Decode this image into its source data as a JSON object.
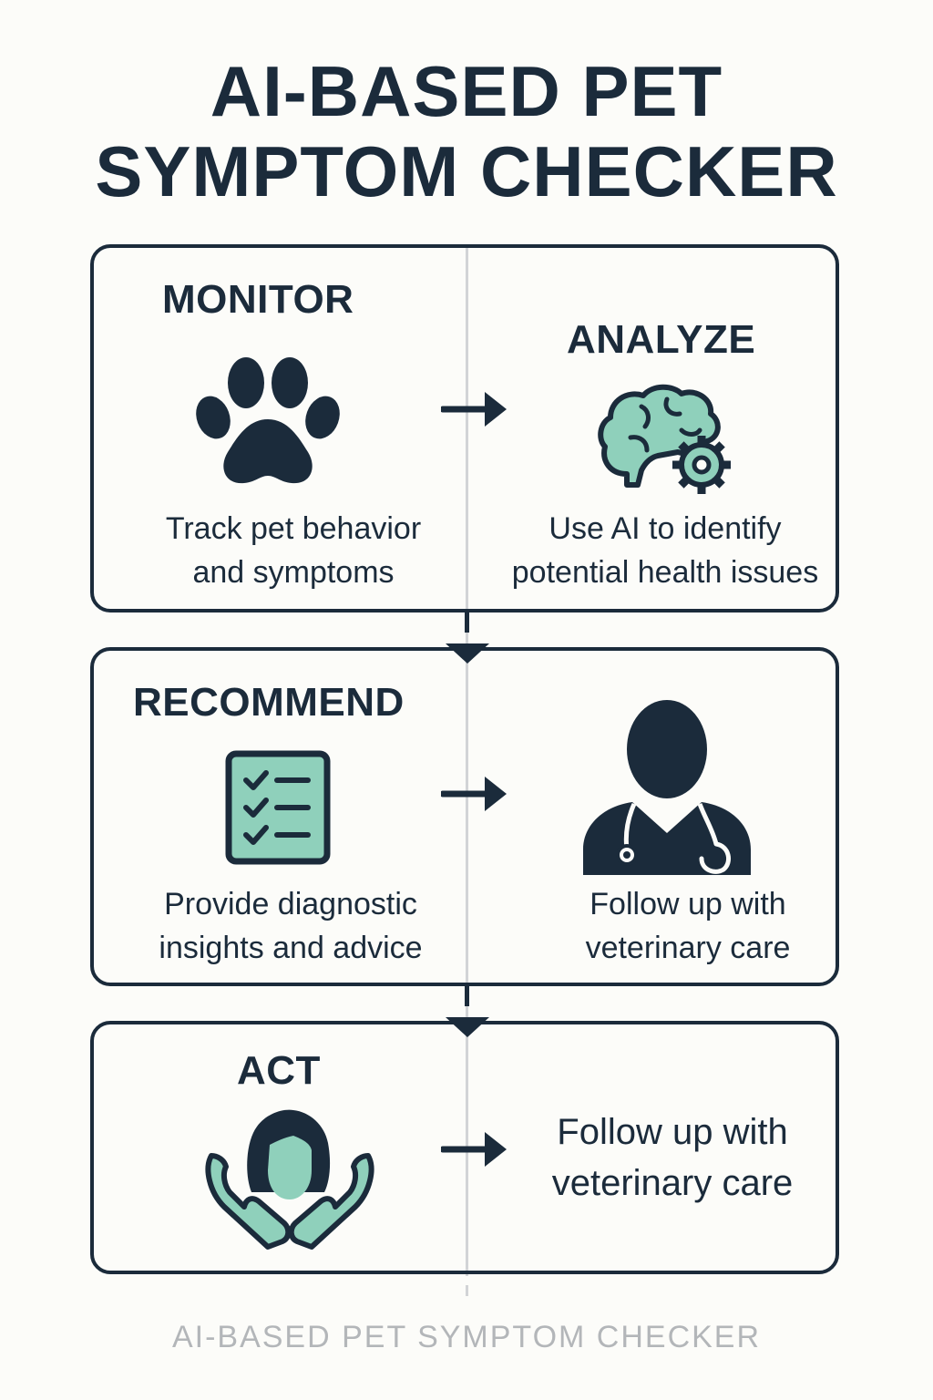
{
  "title": {
    "line1": "AI-BASED PET",
    "line2": "SYMPTOM CHECKER"
  },
  "steps": {
    "monitor": {
      "heading": "MONITOR",
      "desc_line1": "Track pet behavior",
      "desc_line2": "and symptoms",
      "icon": "paw-icon"
    },
    "analyze": {
      "heading": "ANALYZE",
      "desc_line1": "Use AI to identify",
      "desc_line2": "potential health issues",
      "icon": "brain-gear-icon"
    },
    "recommend": {
      "heading": "RECOMMEND",
      "desc_line1": "Provide diagnostic",
      "desc_line2": "insights and advice",
      "icon": "checklist-icon"
    },
    "followup": {
      "desc_line1": "Follow up with",
      "desc_line2": "veterinary care",
      "icon": "veterinarian-icon"
    },
    "act": {
      "heading": "ACT",
      "icon": "caring-hands-icon"
    },
    "act_followup": {
      "desc_line1": "Follow up with",
      "desc_line2": "veterinary care"
    }
  },
  "footer": "AI-BASED PET SYMPTOM CHECKER",
  "colors": {
    "dark": "#1b2b3b",
    "accent": "#8fd0bb",
    "divider": "#d2d4d6",
    "footer": "#b3b6b9"
  }
}
